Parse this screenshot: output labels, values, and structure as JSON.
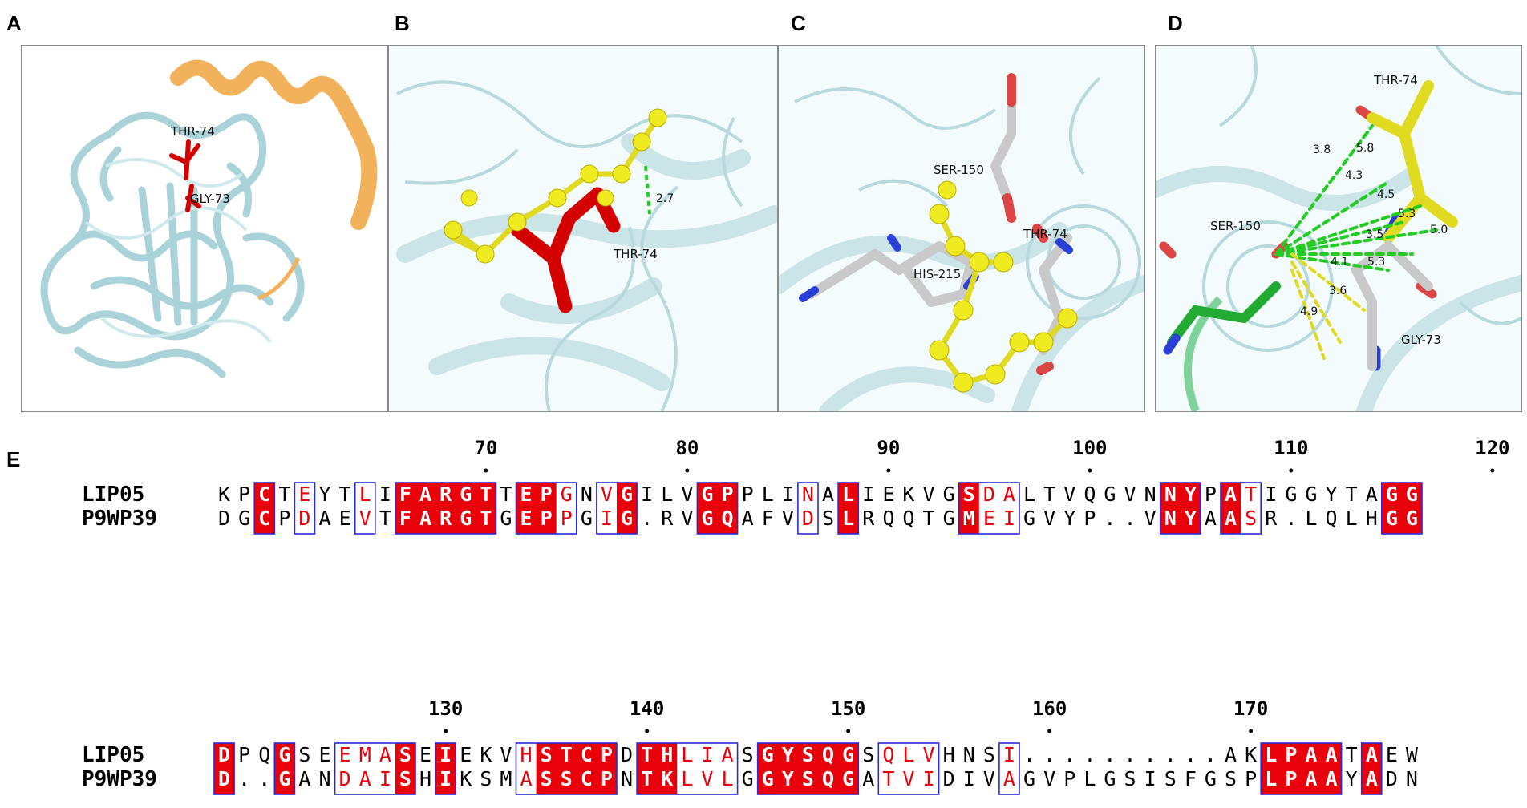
{
  "panels": {
    "A": {
      "label": "A",
      "residues": [
        "THR-74",
        "GLY-73"
      ]
    },
    "B": {
      "label": "B",
      "residues": [
        "THR-74"
      ],
      "distances": [
        "2.7"
      ]
    },
    "C": {
      "label": "C",
      "residues": [
        "SER-150",
        "THR-74",
        "HIS-215"
      ]
    },
    "D": {
      "label": "D",
      "residues": [
        "THR-74",
        "SER-150",
        "GLY-73"
      ],
      "distances": [
        "3.8",
        "5.8",
        "4.3",
        "4.5",
        "5.3",
        "5.0",
        "3.5",
        "4.1",
        "5.3",
        "3.6",
        "4.9"
      ]
    },
    "E": {
      "label": "E"
    }
  },
  "alignment": {
    "blocks": [
      {
        "ticks": [
          "70",
          "80",
          "90",
          "100",
          "110",
          "120"
        ],
        "names": [
          "LIP05",
          "P9WP39"
        ],
        "seqs": [
          "KPCTEYTLIFARGTTEPGNVGILVGPPLINALIEKVGSDALTVQGVNNYPATIGGYTAGG",
          "DGCPDAEVTFARGTGEPPGIG.RVGQAFVDSLRQQTGMEIGVYP..VNYAASR.LQLHGG"
        ],
        "identical": [
          2,
          9,
          10,
          11,
          12,
          13,
          15,
          16,
          20,
          24,
          25,
          31,
          37,
          47,
          48,
          50,
          58,
          59
        ],
        "similar": [
          4,
          7,
          17,
          19,
          29,
          38,
          39,
          51
        ]
      },
      {
        "ticks": [
          "130",
          "140",
          "150",
          "160",
          "170"
        ],
        "names": [
          "LIP05",
          "P9WP39"
        ],
        "seqs": [
          "DPQGSEEMASEIEKVHSTCPDTHLIASGYSQGSQLVHNSI..........AKLPAATAEW",
          "D..GANDAISHIKSMASSCPNTKLVLGGYSQGATVIDIVAGVPLGSISFGSPLPAAYADN"
        ],
        "identical": [
          0,
          3,
          9,
          11,
          16,
          17,
          18,
          19,
          21,
          22,
          27,
          28,
          29,
          30,
          31,
          52,
          53,
          54,
          55,
          57
        ],
        "similar": [
          6,
          7,
          8,
          15,
          23,
          24,
          25,
          33,
          34,
          35,
          39
        ]
      }
    ]
  },
  "colors": {
    "identical_bg": "#e8000b",
    "similar_text": "#e8000b",
    "box": "#2a2ad6",
    "ribbon": "#b9dfe3",
    "helix": "#f2b25c",
    "ligand": "#f0ea20",
    "thr_red": "#d40000"
  }
}
